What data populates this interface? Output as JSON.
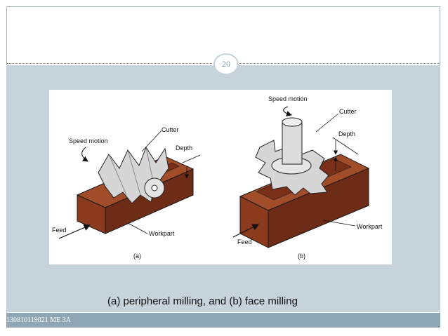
{
  "slide": {
    "page_number": "20",
    "caption": "(a)  peripheral milling, and (b) face milling",
    "footer": "130810119021 ME 3A"
  },
  "figure": {
    "a": {
      "speed_label": "Speed motion",
      "cutter_label": "Cutter",
      "depth_label": "Depth",
      "feed_label": "Feed",
      "workpart_label": "Workpart",
      "panel_label": "(a)"
    },
    "b": {
      "speed_label": "Speed motion",
      "cutter_label": "Cutter",
      "depth_label": "Depth",
      "feed_label": "Feed",
      "workpart_label": "Workpart",
      "panel_label": "(b)"
    }
  },
  "colors": {
    "workpart": "#8b3a1e",
    "workpart_top": "#a24d2a",
    "workpart_side": "#6e2b15",
    "cutter": "#d6d6d6",
    "content_bg": "#c7d3db"
  }
}
